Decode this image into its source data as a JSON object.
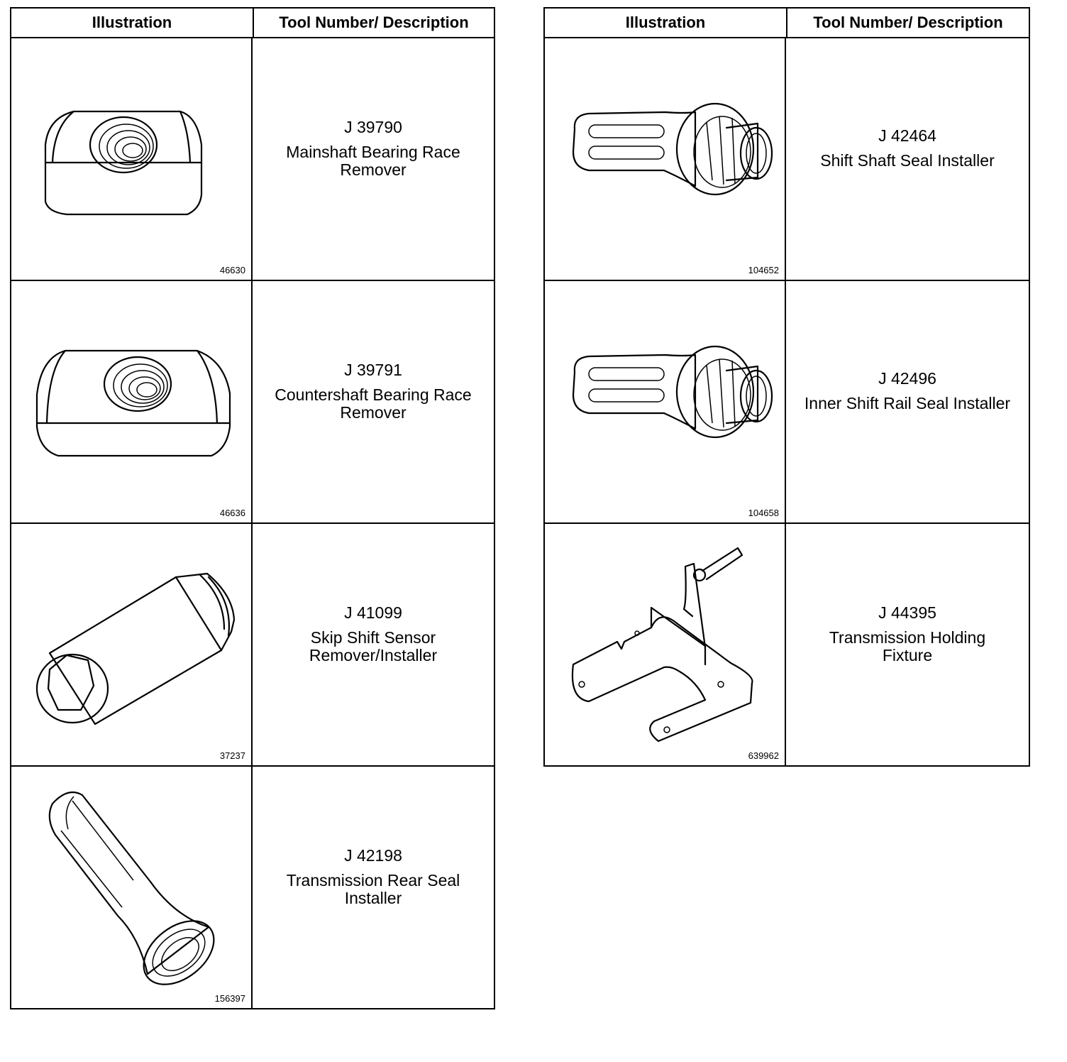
{
  "left_table": {
    "header_illustration": "Illustration",
    "header_tool": "Tool Number/ Description",
    "rows": [
      {
        "tool_number": "J 39790",
        "description": "Mainshaft Bearing Race\nRemover",
        "figure": "46630",
        "icon": "threaded-block-icon"
      },
      {
        "tool_number": "J 39791",
        "description": "Countershaft Bearing Race\nRemover",
        "figure": "46636",
        "icon": "threaded-block-icon"
      },
      {
        "tool_number": "J 41099",
        "description": "Skip Shift Sensor\nRemover/Installer",
        "figure": "37237",
        "icon": "hex-socket-icon"
      },
      {
        "tool_number": "J 42198",
        "description": "Transmission Rear Seal\nInstaller",
        "figure": "156397",
        "icon": "seal-installer-icon"
      }
    ]
  },
  "right_table": {
    "header_illustration": "Illustration",
    "header_tool": "Tool Number/ Description",
    "rows": [
      {
        "tool_number": "J 42464",
        "description": "Shift Shaft Seal Installer",
        "figure": "104652",
        "icon": "seal-installer-handle-icon"
      },
      {
        "tool_number": "J 42496",
        "description": "Inner Shift Rail Seal Installer",
        "figure": "104658",
        "icon": "seal-installer-handle-icon"
      },
      {
        "tool_number": "J 44395",
        "description": "Transmission Holding\nFixture",
        "figure": "639962",
        "icon": "holding-fixture-icon"
      }
    ]
  }
}
